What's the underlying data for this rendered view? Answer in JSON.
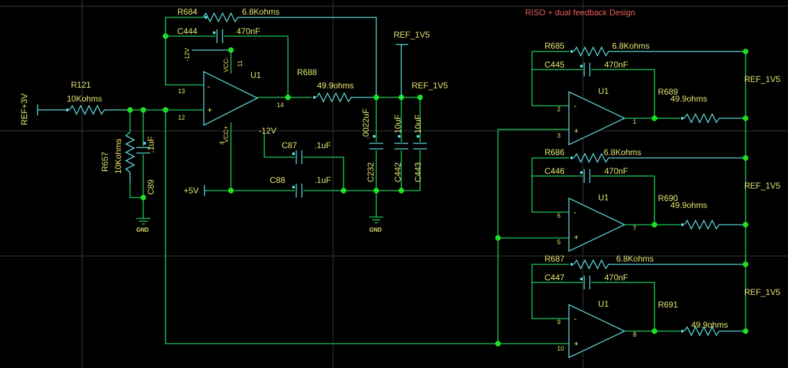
{
  "title": "RISO + dual feedback Design",
  "input": {
    "net": "REF+3V",
    "r_ref": "R121",
    "r_val": "10Kohms"
  },
  "divider": {
    "r_ref": "R657",
    "r_val": "10Kohms",
    "c_ref": "C89",
    "c_val": ".1uF",
    "gnd": "GND"
  },
  "buffer": {
    "ref": "U1",
    "feedback_r_ref": "R684",
    "feedback_r_val": "6.8Kohms",
    "feedback_c_ref": "C444",
    "feedback_c_val": "470nF",
    "out_r_ref": "R688",
    "out_r_val": "49.9ohms",
    "vneg_net": "-12V",
    "vneg_pin": "VCC-",
    "vneg_pin_no": "11",
    "vpos_pin": "VCC+",
    "vpos_pin_no": "4",
    "vneg_label": "-12V",
    "pin_inv": "13",
    "pin_noninv": "12",
    "pin_out": "14",
    "c87_ref": "C87",
    "c87_val": ".1uF",
    "c88_ref": "C88",
    "c88_val": ".1uF",
    "supply": "+5V",
    "ref_net_top": "REF_1V5",
    "ref_net_side": "REF_1V5",
    "c232_ref": "C232",
    "c232_val": ".0022uF",
    "c442_ref": "C442",
    "c442_val": "10uF",
    "c443_ref": "C443",
    "c443_val": "10uF",
    "gnd": "GND"
  },
  "stages": [
    {
      "u": "U1",
      "r_fb": "R685",
      "r_fb_val": "6.8Kohms",
      "c_fb": "C445",
      "c_fb_val": "470nF",
      "r_out": "R689",
      "r_out_val": "49.9ohms",
      "pin_inv": "2",
      "pin_noninv": "3",
      "pin_out": "1",
      "net": "REF_1V5"
    },
    {
      "u": "U1",
      "r_fb": "R686",
      "r_fb_val": "6.8Kohms",
      "c_fb": "C446",
      "c_fb_val": "470nF",
      "r_out": "R690",
      "r_out_val": "49.9ohms",
      "pin_inv": "6",
      "pin_noninv": "5",
      "pin_out": "7",
      "net": "REF_1V5"
    },
    {
      "u": "U1",
      "r_fb": "R687",
      "r_fb_val": "6.8Kohms",
      "c_fb": "C447",
      "c_fb_val": "470nF",
      "r_out": "R691",
      "r_out_val": "49.9ohms",
      "pin_inv": "9",
      "pin_noninv": "10",
      "pin_out": "8",
      "net": "REF_1V5"
    }
  ],
  "colors": {
    "wire": "#1ed760",
    "component": "#5ee0e0",
    "label": "#e8e873",
    "title": "#e8605a",
    "background": "#000000"
  }
}
